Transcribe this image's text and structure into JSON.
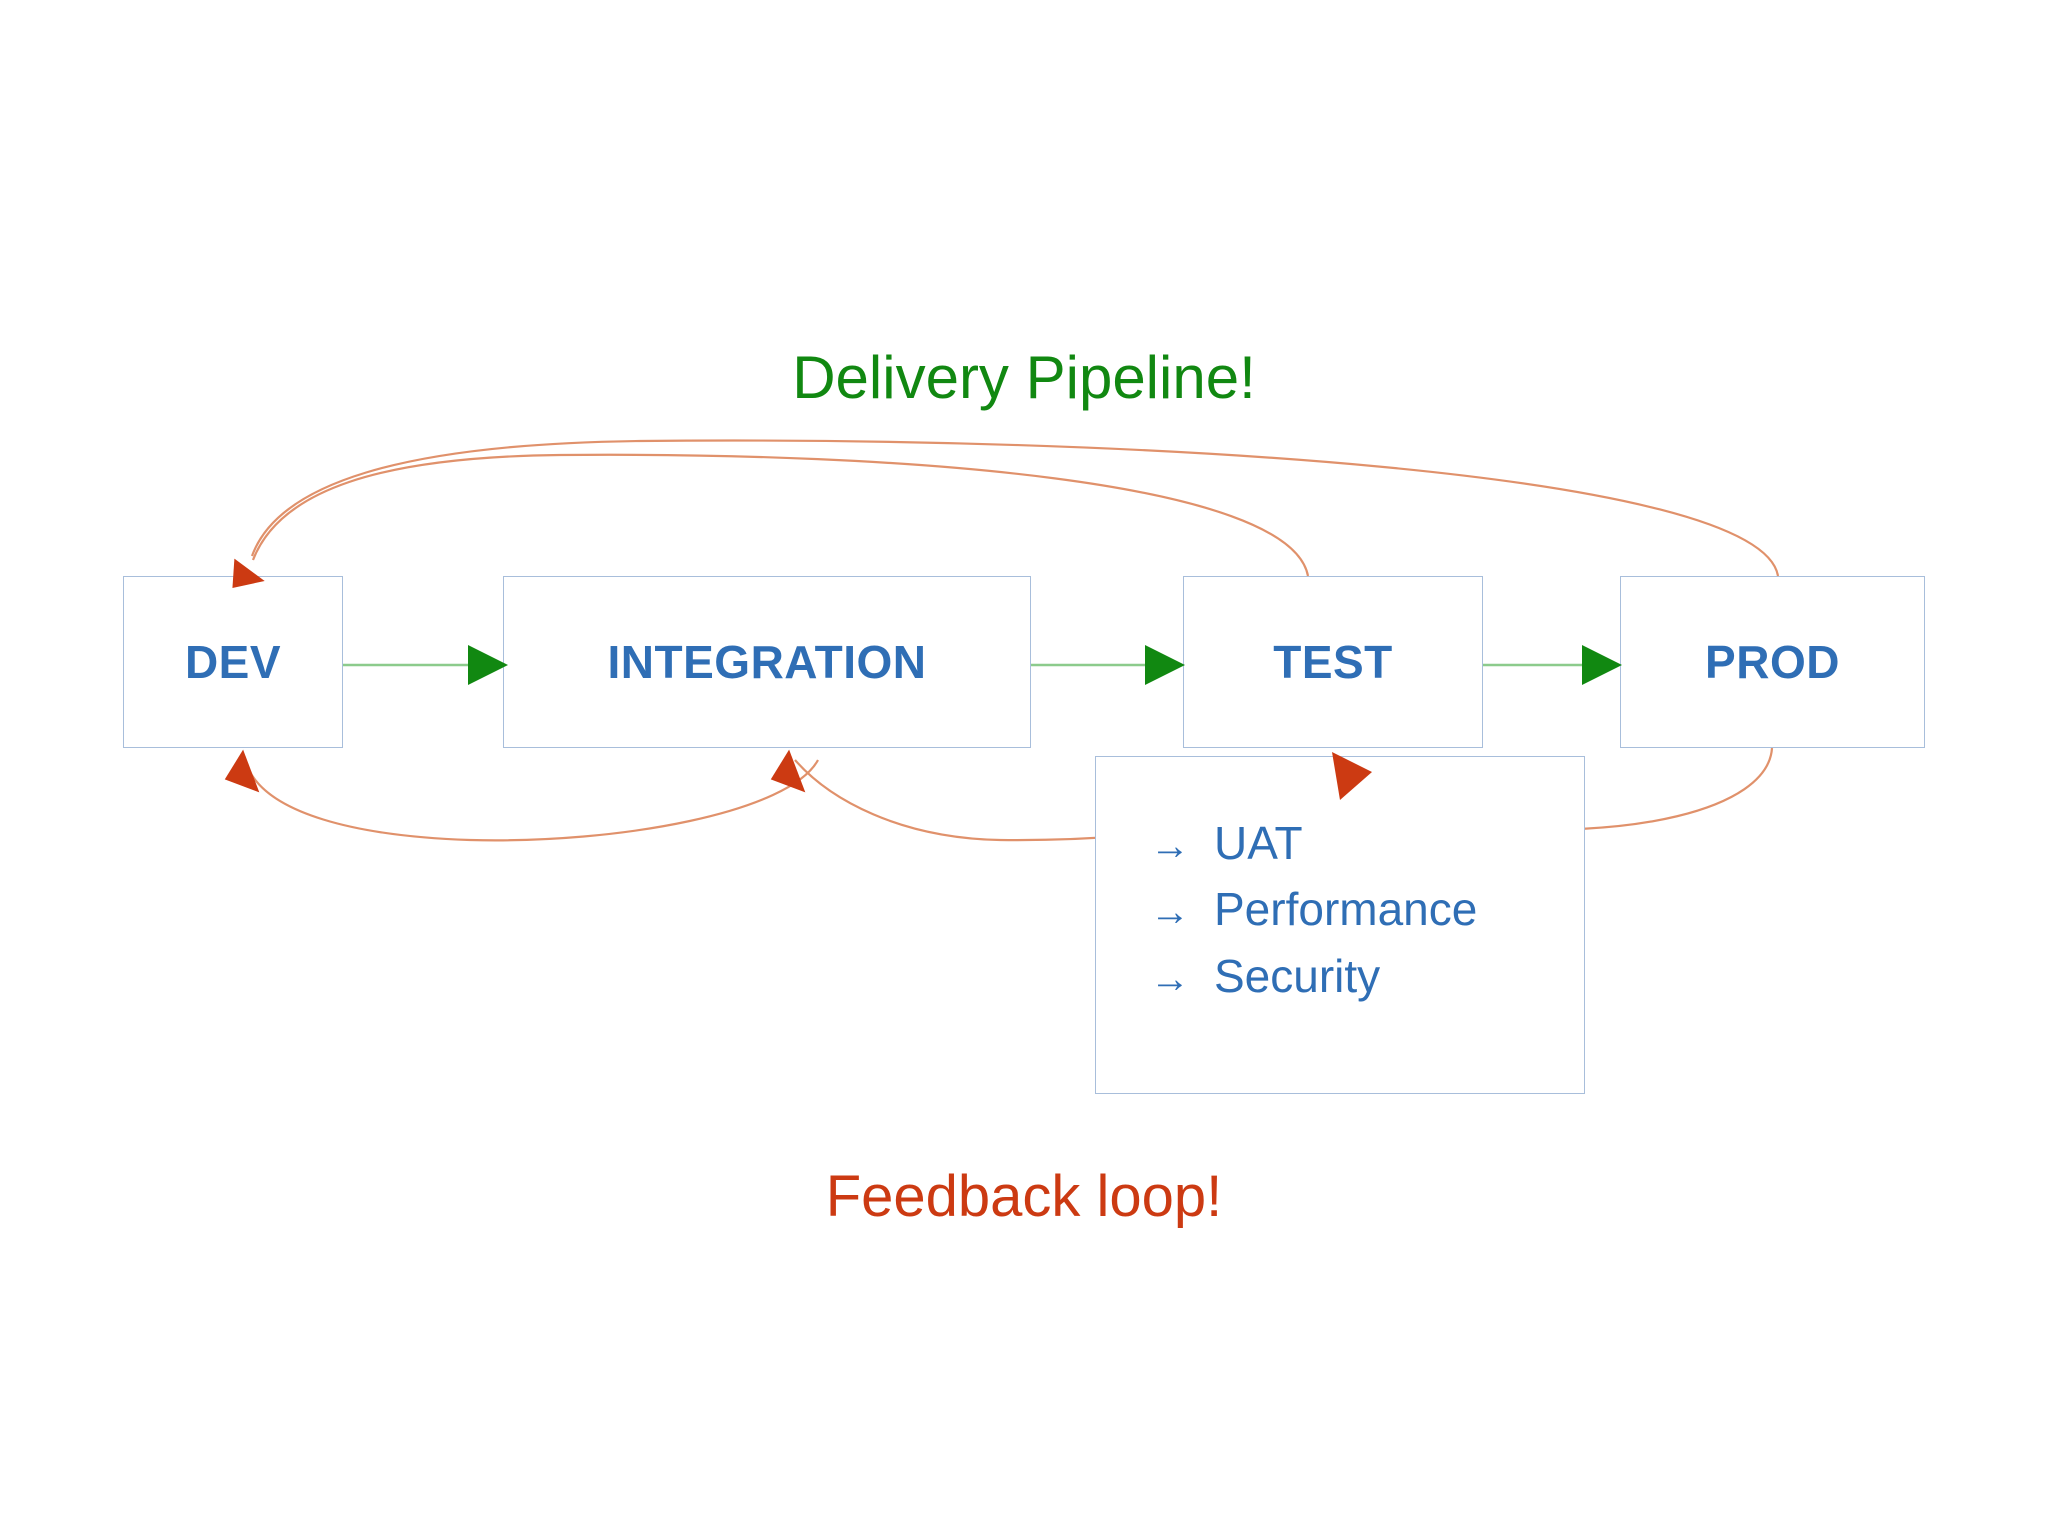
{
  "diagram": {
    "title": "Delivery Pipeline!",
    "footer_title": "Feedback loop!",
    "colors": {
      "title_green": "#118811",
      "feedback_orange": "#CC3A12",
      "stage_text_blue": "#2F6EB5",
      "box_border": "#A8BEDB",
      "flow_arrow_green": "#118811",
      "flow_line_green": "#8CCB8C",
      "feedback_curve": "#E0916B"
    },
    "stages": [
      {
        "id": "dev",
        "label": "DEV"
      },
      {
        "id": "integration",
        "label": "INTEGRATION"
      },
      {
        "id": "test",
        "label": "TEST"
      },
      {
        "id": "prod",
        "label": "PROD"
      }
    ],
    "test_details": {
      "bullet_glyph": "→",
      "items": [
        {
          "label": "UAT"
        },
        {
          "label": "Performance"
        },
        {
          "label": "Security"
        }
      ]
    },
    "flow_arrows": [
      {
        "from": "DEV",
        "to": "INTEGRATION"
      },
      {
        "from": "INTEGRATION",
        "to": "TEST"
      },
      {
        "from": "TEST",
        "to": "PROD"
      }
    ],
    "feedback_arrows": [
      {
        "from": "TEST",
        "to": "DEV",
        "side": "top"
      },
      {
        "from": "PROD",
        "to": "DEV",
        "side": "top"
      },
      {
        "from": "PROD",
        "to": "INTEGRATION",
        "side": "bottom"
      },
      {
        "from": "PROD",
        "to": "TEST",
        "side": "bottom"
      },
      {
        "from": "INTEGRATION",
        "to": "DEV",
        "side": "bottom"
      }
    ]
  }
}
